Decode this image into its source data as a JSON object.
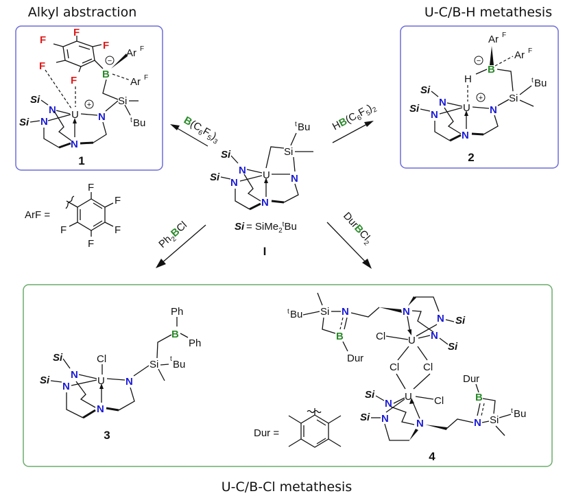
{
  "headings": {
    "top_left": "Alkyl abstraction",
    "top_right": "U-C/B-H metathesis",
    "bottom": "U-C/B-Cl metathesis"
  },
  "colors": {
    "box_blue": "#6b6bdc",
    "box_green": "#6aab6a",
    "nitrogen": "#1a1ad6",
    "boron": "#2a8a2a",
    "fluorine": "#e01a1a"
  },
  "reagents": {
    "to_1": {
      "b": "B",
      "rest": "(C6F5)3"
    },
    "to_2": {
      "h": "H",
      "b": "B",
      "rest": "(C6F5)2"
    },
    "to_3": {
      "pre": "Ph2",
      "b": "B",
      "post": "Cl"
    },
    "to_4": {
      "pre": "Dur",
      "b": "B",
      "post": "Cl2"
    }
  },
  "start": {
    "label": "I",
    "si_def_lhs": "Si",
    "si_def_rhs": "= SiMe2tBu"
  },
  "atoms": {
    "U": "U",
    "N": "N",
    "B": "B",
    "F": "F",
    "H": "H",
    "Si": "Si",
    "Si_r": "Si",
    "tBu": "Bu",
    "t": "t",
    "ArF": "Ar",
    "ArF_sup": "F",
    "Cl": "Cl",
    "Ph": "Ph",
    "Dur": "Dur",
    "plus": "+",
    "minus": "−"
  },
  "legends": {
    "arf": "ArF =",
    "dur": "Dur ="
  },
  "compounds": [
    "1",
    "2",
    "3",
    "4"
  ]
}
